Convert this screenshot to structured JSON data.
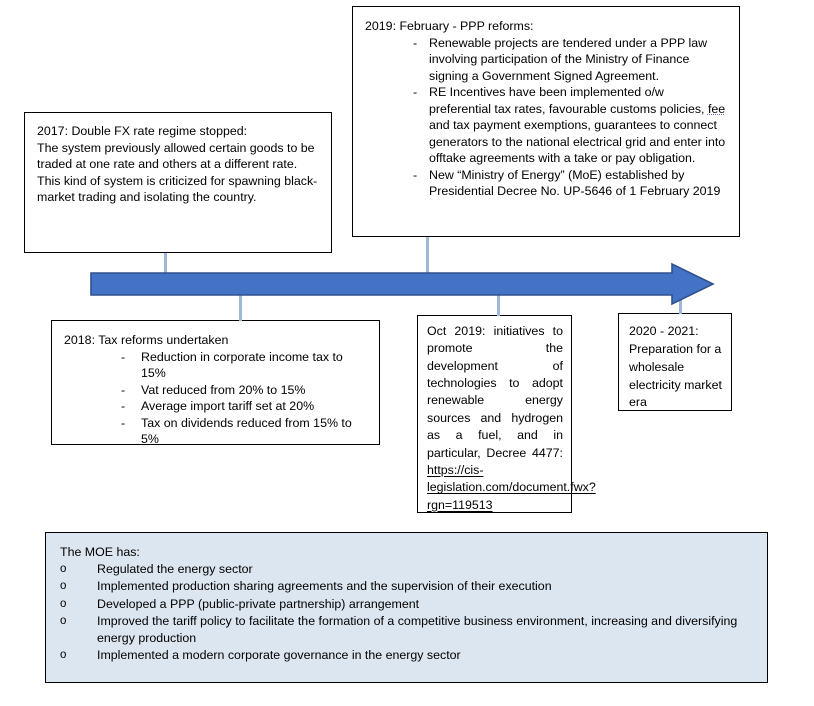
{
  "diagram": {
    "title_hidden": "Uzbekistan energy sector reform timeline",
    "arrow": {
      "fill_color": "#4472C4",
      "outline_color": "#2F528F",
      "direction": "right"
    },
    "connector_color": "#9DB8DB",
    "panel_fill_color": "#DCE6F1"
  },
  "boxes": {
    "y2017": {
      "heading": "2017: Double FX rate regime stopped:",
      "body": "The system previously allowed certain goods to be traded at one rate and others at a different rate. This kind of system is criticized for spawning black-market trading and isolating the country."
    },
    "y2019_ppp": {
      "heading": "2019: February - PPP reforms:",
      "bullets": [
        {
          "marker": "-",
          "text_before": "Renewable projects are tendered under a PPP law involving participation of the Ministry of Finance signing a Government Signed Agreement."
        },
        {
          "marker": "-",
          "text_before": "RE Incentives have been implemented o/w preferential tax rates, favourable customs policies, ",
          "spellchecked_word": "fee",
          "text_after": " and tax payment exemptions, guarantees to connect generators to the national electrical grid and enter into offtake agreements with a take or pay obligation."
        },
        {
          "marker": "-",
          "text_before": "New “Ministry of Energy” (MoE) established by Presidential Decree No. UP-5646 of 1 February 2019"
        }
      ]
    },
    "y2018": {
      "heading": "2018: Tax reforms undertaken",
      "bullets": [
        {
          "marker": "-",
          "text": "Reduction in corporate income tax to 15%"
        },
        {
          "marker": "-",
          "text": "Vat reduced from 20% to 15%"
        },
        {
          "marker": "-",
          "text": "Average import tariff set at 20%"
        },
        {
          "marker": "-",
          "text": "Tax on dividends reduced from 15% to 5%"
        }
      ]
    },
    "oct2019": {
      "text": "Oct 2019: initiatives to promote the development of technologies to adopt renewable energy sources and hydrogen as a fuel, and in particular, Decree 4477: ",
      "url": "https://cis-legislation.com/document.fwx?rgn=119513"
    },
    "y2020_2021": {
      "text": "2020 - 2021: Preparation for a wholesale electricity market era"
    }
  },
  "moe_panel": {
    "heading": "The MOE has:",
    "bullet_marker": "o",
    "items": [
      "Regulated the energy sector",
      "Implemented production sharing agreements and the supervision of their execution",
      "Developed a PPP (public-private partnership) arrangement",
      "Improved the tariff policy to facilitate the formation of a competitive business environment, increasing and diversifying energy production",
      "Implemented a modern corporate governance in the energy sector"
    ]
  }
}
